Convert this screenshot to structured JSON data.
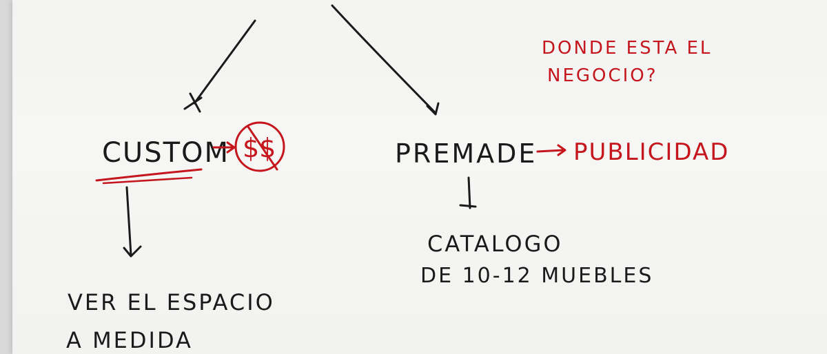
{
  "colors": {
    "paper": "#f5f5f3",
    "black_ink": "#1a1a1a",
    "red_ink": "#c4161c"
  },
  "nodes": {
    "custom": "CUSTOM",
    "money": "$$",
    "premade": "PREMADE",
    "publicidad": "PUBLICIDAD",
    "catalogo_line1": "CATALOGO",
    "catalogo_line2": "DE 10-12 MUEBLES",
    "ver_line1": "VER EL ESPACIO",
    "ver_line2": "A MEDIDA"
  },
  "note": {
    "line1": "DONDE ESTA EL",
    "line2": "NEGOCIO?"
  }
}
